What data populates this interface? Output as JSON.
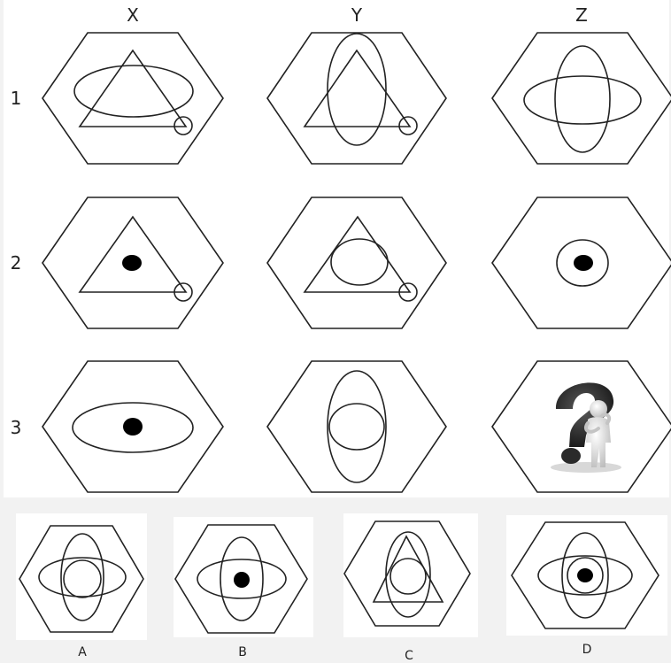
{
  "columns": [
    "X",
    "Y",
    "Z"
  ],
  "rows": [
    "1",
    "2",
    "3"
  ],
  "options": [
    "A",
    "B",
    "C",
    "D"
  ],
  "figures": {
    "r1x": "triangle-ellipse-h-small-circle",
    "r1y": "triangle-ellipse-v-small-circle",
    "r1z": "ellipse-h-ellipse-v",
    "r2x": "triangle-dot-small-circle",
    "r2y": "triangle-circle-small-circle",
    "r2z": "circle-dot",
    "r3x": "ellipse-h-dot",
    "r3y": "ellipse-v-circle",
    "r3z": "question-mark-figure",
    "optA": "ellipse-h-ellipse-v-circle",
    "optB": "ellipse-h-ellipse-v-dot",
    "optC": "triangle-ellipse-v-circle",
    "optD": "ellipse-h-ellipse-v-circle-dot"
  },
  "colors": {
    "background": "#f2f2f2",
    "panel": "#ffffff",
    "stroke": "#222222"
  }
}
